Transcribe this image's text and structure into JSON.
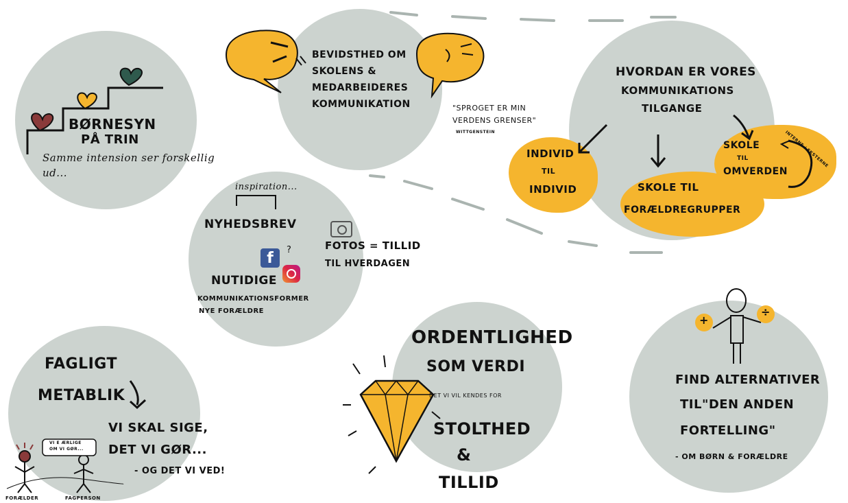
{
  "boernesyn": {
    "title_line1": "BØRNESYN",
    "title_line2": "PÅ TRIN",
    "note_line1": "Samme intension ser forskellig",
    "note_line2": "ud..."
  },
  "bevidsthed": {
    "line1": "BEVIDSTHED OM",
    "line2": "SKOLENS &",
    "line3": "MEDARBEIDERES",
    "line4": "KOMMUNIKATION"
  },
  "quote": {
    "line1": "\"SPROGET ER MIN",
    "line2": "VERDENS GRENSER\"",
    "author": "WITTGENSTEIN"
  },
  "kommunikation": {
    "line1": "HVORDAN ER VORES",
    "line2": "KOMMUNIKATIONS",
    "line3": "TILGANGE",
    "branch1_line1": "INDIVID",
    "branch1_line2": "TIL",
    "branch1_line3": "INDIVID",
    "branch2_line1": "SKOLE TIL",
    "branch2_line2": "FORÆLDREGRUPPER",
    "branch3_line1": "SKOLE",
    "branch3_line2": "TIL",
    "branch3_line3": "OMVERDEN",
    "branch3_note": "INTERNE / EKSTERNE"
  },
  "nyhedsbrev": {
    "inspiration": "inspiration...",
    "title": "NYHEDSBREV",
    "question": "?",
    "nutidige": "NUTIDIGE",
    "former_line1": "KOMMUNIKATIONSFORMER",
    "former_line2": "NYE FORÆLDRE",
    "fotos_line1": "FOTOS = TILLID",
    "fotos_line2": "TIL HVERDAGEN"
  },
  "fagligt": {
    "line1": "FAGLIGT",
    "line2": "METABLIK",
    "say_line1": "VI SKAL SIGE,",
    "say_line2": "DET VI GØR...",
    "say_line3": "- OG DET VI VED!",
    "bubble_line1": "VI E ÆRLIGE",
    "bubble_line2": "OM VI GØR...",
    "label_left": "FORÆLDER",
    "label_right": "FAGPERSON"
  },
  "ordentlighed": {
    "line1": "ORDENTLIGHED",
    "line2": "SOM VERDI",
    "sub": "DET VI VIL KENDES FOR",
    "line3": "STOLTHED",
    "line4": "&",
    "line5": "TILLID"
  },
  "alternativer": {
    "plus": "+",
    "minus": "÷",
    "line1": "FIND ALTERNATIVER",
    "line2": "TIL\"DEN ANDEN",
    "line3": "FORTELLING\"",
    "line4": "- OM BØRN & FORÆLDRE"
  },
  "colors": {
    "circle": "#ccd3cf",
    "accent": "#f5b52e",
    "heart_dark": "#8a3a3a",
    "heart_teal": "#2f5a4d",
    "facebook": "#3b5998",
    "instagram": "#d6336c"
  }
}
